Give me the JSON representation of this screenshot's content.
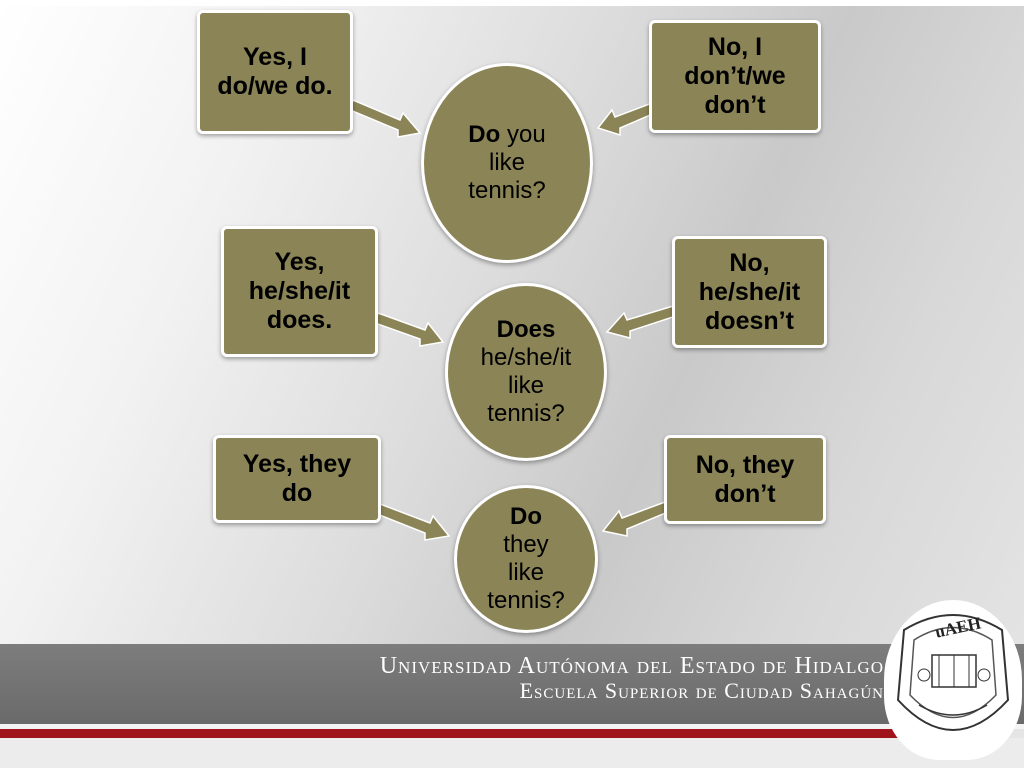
{
  "answers": {
    "yes_we": "Yes, I\ndo/we do.",
    "no_we": "No, I\ndon’t/we\ndon’t",
    "yes_he": "Yes,\nhe/she/it\ndoes.",
    "no_he": "No,\nhe/she/it\ndoesn’t",
    "yes_they": "Yes, they\ndo",
    "no_they": "No, they\ndon’t"
  },
  "questions": {
    "q1": {
      "keyword": "Do",
      "rest": "you\nlike\ntennis?"
    },
    "q2": {
      "keyword": "Does",
      "rest": "he/she/it\nlike\ntennis?"
    },
    "q3": {
      "keyword": "Do",
      "rest": "they\nlike\ntennis?"
    }
  },
  "footer": {
    "line1": "Universidad Autónoma del Estado de Hidalgo",
    "line2": "Escuela Superior de Ciudad Sahagún"
  },
  "logo": {
    "text": "uAEH"
  },
  "colors": {
    "box_fill": "#8b8456",
    "accent_red": "#a0141c",
    "footer_gray": "#6a6a6a"
  }
}
